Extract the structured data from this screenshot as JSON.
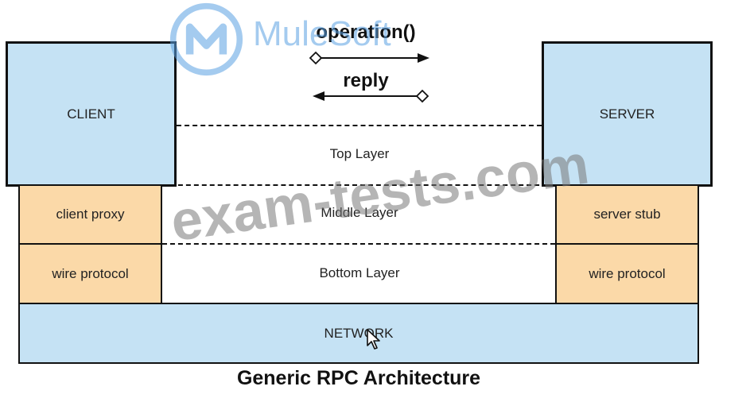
{
  "diagram": {
    "client": "CLIENT",
    "server": "SERVER",
    "client_proxy": "client proxy",
    "server_stub": "server stub",
    "client_wire": "wire protocol",
    "server_wire": "wire protocol",
    "network": "NETWORK",
    "top_layer": "Top Layer",
    "middle_layer": "Middle Layer",
    "bottom_layer": "Bottom Layer",
    "operation": "operation()",
    "reply": "reply",
    "caption": "Generic RPC Architecture"
  },
  "watermarks": {
    "brand": "MuleSoft",
    "site": "exam-tests.com"
  },
  "colors": {
    "blue_fill": "#c5e2f4",
    "orange_fill": "#fbd9a8",
    "stroke": "#111111"
  },
  "icons": [
    "mulesoft-logo-icon",
    "mouse-cursor-icon"
  ]
}
